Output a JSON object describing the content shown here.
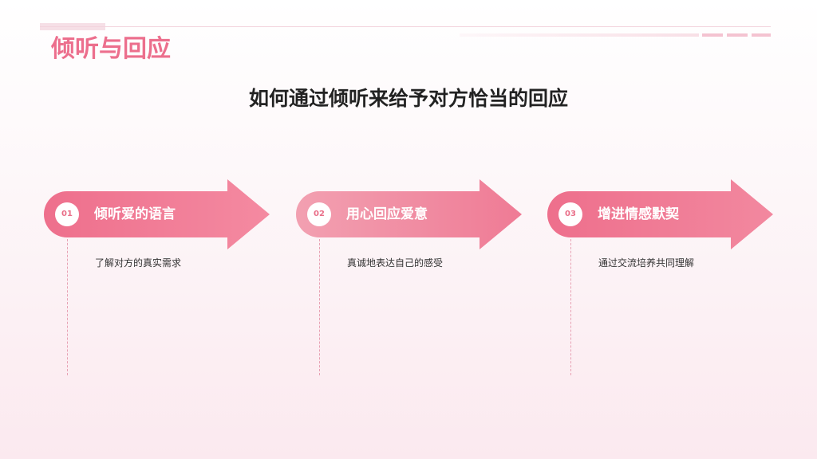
{
  "header": {
    "title": "倾听与回应"
  },
  "main": {
    "title": "如何通过倾听来给予对方恰当的回应"
  },
  "steps": [
    {
      "number": "01",
      "label": "倾听爱的语言",
      "description": "了解对方的真实需求"
    },
    {
      "number": "02",
      "label": "用心回应爱意",
      "description": "真诚地表达自己的感受"
    },
    {
      "number": "03",
      "label": "增进情感默契",
      "description": "通过交流培养共同理解"
    }
  ],
  "colors": {
    "accent": "#ec6f8d",
    "arrow_start": "#ee6f8c",
    "arrow_end": "#f28ea3",
    "title_text": "#222222"
  }
}
